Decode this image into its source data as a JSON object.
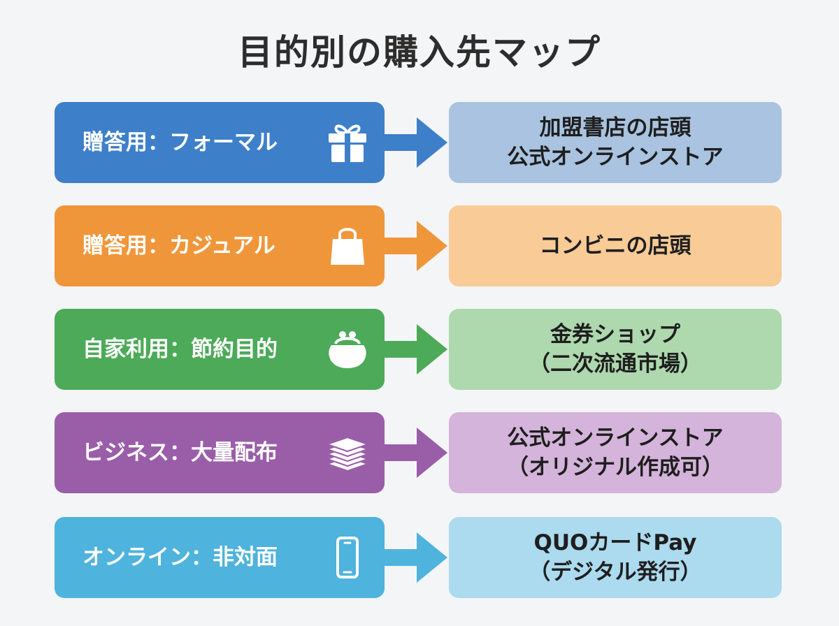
{
  "title": "目的別の購入先マップ",
  "rows": [
    {
      "purpose": "贈答用：フォーマル",
      "icon": "gift-box-icon",
      "destination": [
        "加盟書店の店頭",
        "公式オンラインストア"
      ],
      "color": "#3e7fc9",
      "dest_color": "#a9c3e0"
    },
    {
      "purpose": "贈答用：カジュアル",
      "icon": "shopping-bag-icon",
      "destination": [
        "コンビニの店頭"
      ],
      "color": "#f0963a",
      "dest_color": "#f8cb97"
    },
    {
      "purpose": "自家利用：節約目的",
      "icon": "coin-purse-icon",
      "destination": [
        "金券ショップ",
        "（二次流通市場）"
      ],
      "color": "#4caa58",
      "dest_color": "#aed8ad"
    },
    {
      "purpose": "ビジネス：大量配布",
      "icon": "card-stack-icon",
      "destination": [
        "公式オンラインストア",
        "（オリジナル作成可）"
      ],
      "color": "#9a5ea9",
      "dest_color": "#d4b4da"
    },
    {
      "purpose": "オンライン：非対面",
      "icon": "smartphone-icon",
      "destination": [
        "QUOカードPay",
        "（デジタル発行）"
      ],
      "color": "#4eb3dd",
      "dest_color": "#acdaee"
    }
  ]
}
